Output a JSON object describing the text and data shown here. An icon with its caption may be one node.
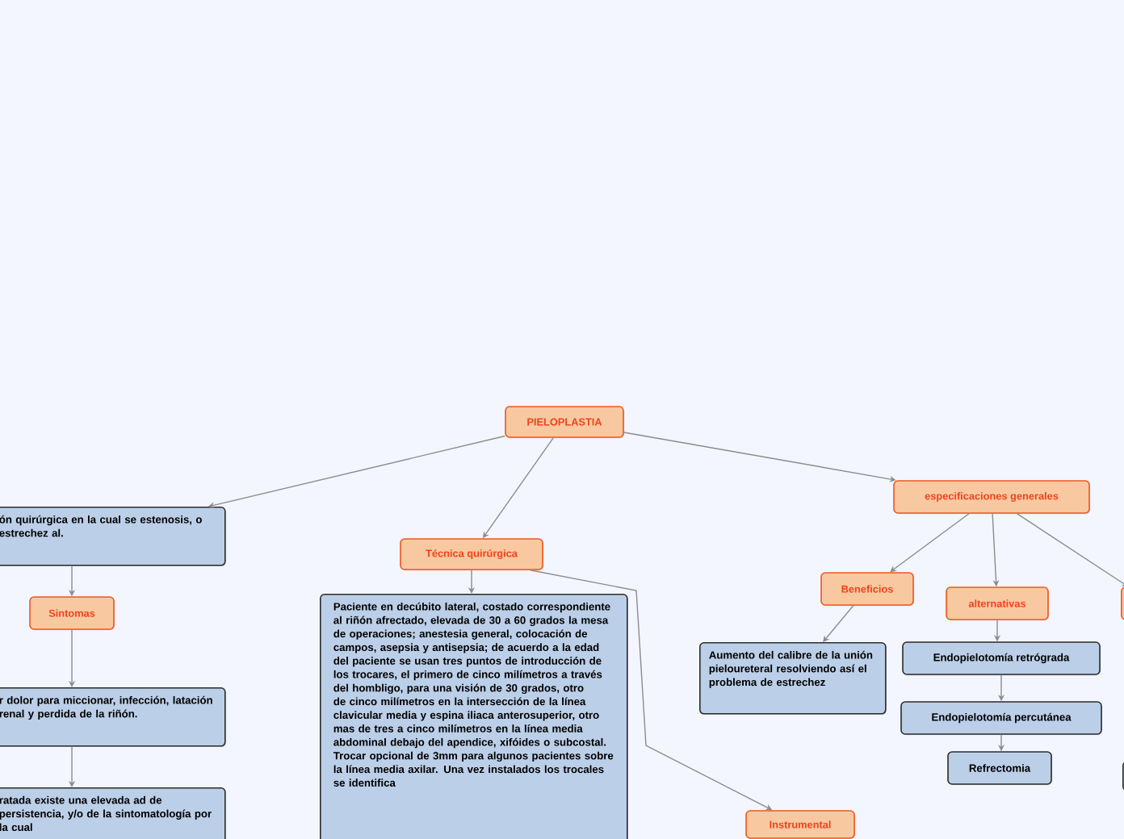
{
  "diagram": {
    "nodes": [
      {
        "text": [
          "PIELOPLASTIA"
        ]
      },
      {
        "text": [
          "ón quirúrgica en la cual se estenosis, o estrechez al."
        ]
      },
      {
        "text": [
          "Sintomas"
        ]
      },
      {
        "text": [
          "r dolor para miccionar, infección, latación renal y perdida de la riñón."
        ]
      },
      {
        "text": [
          "ratada existe una elevada ad de persistencia, y/o de la sintomatología por la cual"
        ]
      },
      {
        "text": [
          "Técnica quirúrgica"
        ]
      },
      {
        "text": [
          "Paciente en decúbito lateral, costado correspondiente al riñón afrectado, elevada de 30 a 60 grados la mesa de operaciones; anestesia general, colocación de campos, asepsia y antisepsia; de acuerdo a la edad del paciente se usan tres puntos de introducción de los trocares, el primero de cinco milímetros a través del hombligo, para una visión de 30 grados, otro de cinco milímetros en la intersección de la línea clavicular media y espina iliaca anterosuperior, otro mas de tres a cinco milímetros en la línea media abdominal debajo del apendice, xifóides o subcostal. Trocar opcional de 3mm para algunos pacientes sobre la línea media axilar. Una vez instalados los trocales se identifica"
        ]
      },
      {
        "text": [
          "Instrumental"
        ]
      },
      {
        "text": [
          "especificaciones generales"
        ]
      },
      {
        "text": [
          "Beneficios"
        ]
      },
      {
        "text": [
          "Aumento del calibre de la unión pieloureteral resolviendo así el problema de estrechez"
        ]
      },
      {
        "text": [
          "alternativas"
        ]
      },
      {
        "text": [
          "Endopielotomía retrógrada"
        ]
      },
      {
        "text": [
          "Endopielotomía percutánea"
        ]
      },
      {
        "text": [
          "Refrectomia"
        ]
      },
      {
        "text": [],
        "shape": "box"
      },
      {
        "text": [],
        "shape": "box"
      }
    ],
    "edges": [
      {
        "from": 0,
        "to": 1,
        "arrow": "to"
      },
      {
        "from": 0,
        "to": 5,
        "arrow": "to"
      },
      {
        "from": 0,
        "to": 8,
        "arrow": "to"
      },
      {
        "from": 1,
        "to": 2,
        "arrow": "to"
      },
      {
        "from": 2,
        "to": 3,
        "arrow": "to"
      },
      {
        "from": 3,
        "to": 4,
        "arrow": "to"
      },
      {
        "from": 5,
        "to": 6,
        "arrow": "to"
      },
      {
        "from": 5,
        "to": 7,
        "arrow": "to"
      },
      {
        "from": 8,
        "to": 9,
        "arrow": "to"
      },
      {
        "from": 8,
        "to": 11,
        "arrow": "to"
      },
      {
        "from": 8,
        "to": 15,
        "arrow": "to"
      },
      {
        "from": 9,
        "to": 10,
        "arrow": "to"
      },
      {
        "from": 11,
        "to": 12,
        "arrow": "to"
      },
      {
        "from": 12,
        "to": 13,
        "arrow": "to"
      },
      {
        "from": 13,
        "to": 14,
        "arrow": "to"
      }
    ]
  }
}
